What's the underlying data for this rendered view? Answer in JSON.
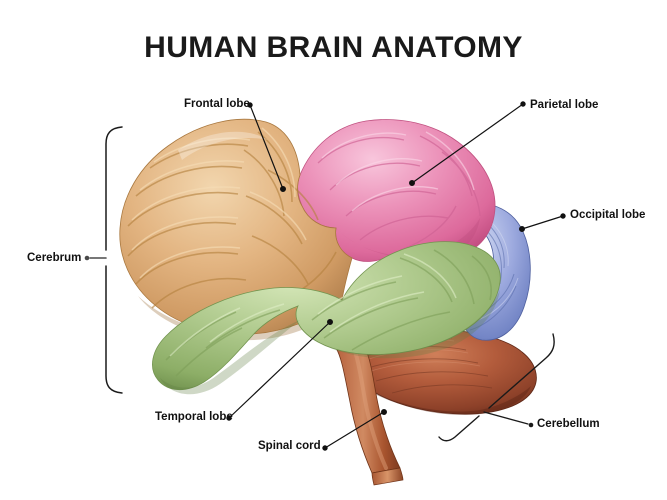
{
  "diagram": {
    "title": "HUMAN BRAIN ANATOMY",
    "subject": "lateral view of the human brain",
    "background_color": "#ffffff",
    "title_color": "#1a1a1a",
    "leader_color": "#111111"
  },
  "labels": {
    "frontal_lobe": "Frontal lobe",
    "parietal_lobe": "Parietal lobe",
    "occipital_lobe": "Occipital lobe",
    "cerebrum": "Cerebrum",
    "temporal_lobe": "Temporal lobe",
    "spinal_cord": "Spinal cord",
    "cerebellum": "Cerebellum"
  },
  "regions": [
    {
      "key": "frontal_lobe",
      "label": "Frontal lobe",
      "color": "#e0b17e",
      "shade": "#b9834f",
      "light": "#f0d1a8"
    },
    {
      "key": "parietal_lobe",
      "label": "Parietal lobe",
      "color": "#e98bb4",
      "shade": "#cc5d90",
      "light": "#f6bcd5"
    },
    {
      "key": "occipital_lobe",
      "label": "Occipital lobe",
      "color": "#94a3da",
      "shade": "#6b7ec2",
      "light": "#bcc6ea"
    },
    {
      "key": "temporal_lobe",
      "label": "Temporal lobe",
      "color": "#a8c486",
      "shade": "#7f9c5c",
      "light": "#cbdeb0"
    },
    {
      "key": "cerebellum",
      "label": "Cerebellum",
      "color": "#b0553a",
      "shade": "#7d3524",
      "light": "#cd7a56"
    },
    {
      "key": "spinal_cord",
      "label": "Spinal cord",
      "color": "#b45f3c",
      "shade": "#8a4028",
      "light": "#d08a62"
    }
  ],
  "brackets": [
    {
      "key": "cerebrum",
      "label": "Cerebrum",
      "orientation": "vertical-left"
    },
    {
      "key": "cerebellum",
      "label": "Cerebellum",
      "orientation": "diagonal-right"
    }
  ]
}
